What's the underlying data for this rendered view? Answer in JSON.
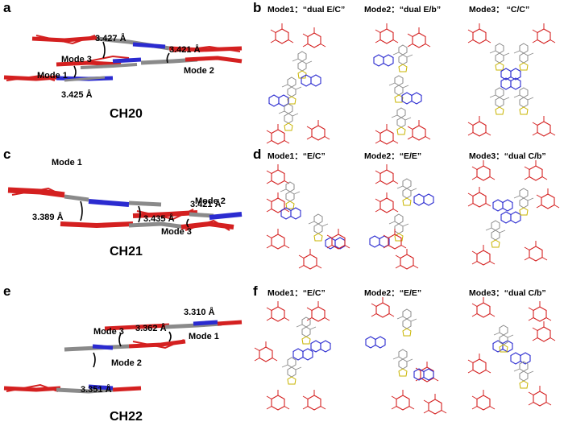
{
  "panels": {
    "a": {
      "letter": "a",
      "compound": "CH20",
      "distances": [
        "3.427 Å",
        "3.421 Å",
        "3.425 Å"
      ],
      "modes": [
        "Mode 3",
        "Mode 1",
        "Mode 2"
      ]
    },
    "b": {
      "letter": "b",
      "titles": [
        "Mode1：“dual E/C”",
        "Mode2：“dual E/b”",
        "Mode3：  “C/C”"
      ]
    },
    "c": {
      "letter": "c",
      "compound": "CH21",
      "distances": [
        "3.389 Å",
        "3.435 Å",
        "3.421 Å"
      ],
      "modes": [
        "Mode 1",
        "Mode 2",
        "Mode 3"
      ]
    },
    "d": {
      "letter": "d",
      "titles": [
        "Mode1：“E/C”",
        "Mode2：“E/E”",
        "Mode3：“dual C/b”"
      ]
    },
    "e": {
      "letter": "e",
      "compound": "CH22",
      "distances": [
        "3.362 Å",
        "3.310 Å",
        "3.351 Å"
      ],
      "modes": [
        "Mode 3",
        "Mode 1",
        "Mode 2"
      ]
    },
    "f": {
      "letter": "f",
      "titles": [
        "Mode1：“E/C”",
        "Mode2：“E/E”",
        "Mode3：“dual C/b”"
      ]
    }
  },
  "colors": {
    "end_group": "#d42020",
    "core": "#2b2bd0",
    "bridge": "#8a8a8a",
    "sulfur": "#c8b400"
  }
}
